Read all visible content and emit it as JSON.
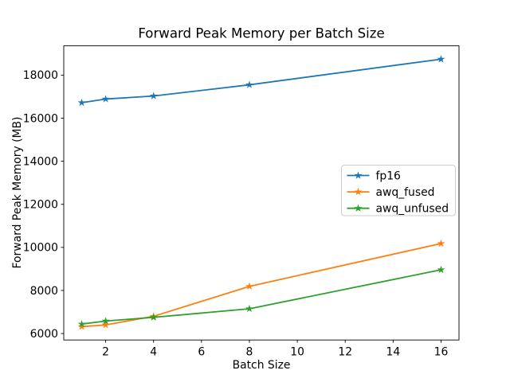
{
  "figure": {
    "background": "#ffffff",
    "text_color": "#000000",
    "axis_color": "#000000"
  },
  "chart_data": {
    "type": "line",
    "title": "Forward Peak Memory per Batch Size",
    "xlabel": "Batch Size",
    "ylabel": "Forward Peak Memory (MB)",
    "x": [
      1,
      2,
      4,
      8,
      16
    ],
    "series": [
      {
        "name": "fp16",
        "color": "#1f77b4",
        "marker": "star",
        "values": [
          16720,
          16890,
          17030,
          17550,
          18740
        ]
      },
      {
        "name": "awq_fused",
        "color": "#ff7f0e",
        "marker": "star",
        "values": [
          6320,
          6400,
          6800,
          8190,
          10180
        ]
      },
      {
        "name": "awq_unfused",
        "color": "#2ca02c",
        "marker": "star",
        "values": [
          6440,
          6580,
          6750,
          7150,
          8960
        ]
      }
    ],
    "xticks": [
      2,
      4,
      6,
      8,
      10,
      12,
      14,
      16
    ],
    "yticks": [
      6000,
      8000,
      10000,
      12000,
      14000,
      16000,
      18000
    ],
    "xlim": [
      0.25,
      16.75
    ],
    "ylim": [
      5700,
      19360
    ],
    "grid": false,
    "legend": {
      "position": "center-right",
      "entries": [
        "fp16",
        "awq_fused",
        "awq_unfused"
      ],
      "frame_color": "#cccccc",
      "background": "#ffffff"
    }
  }
}
